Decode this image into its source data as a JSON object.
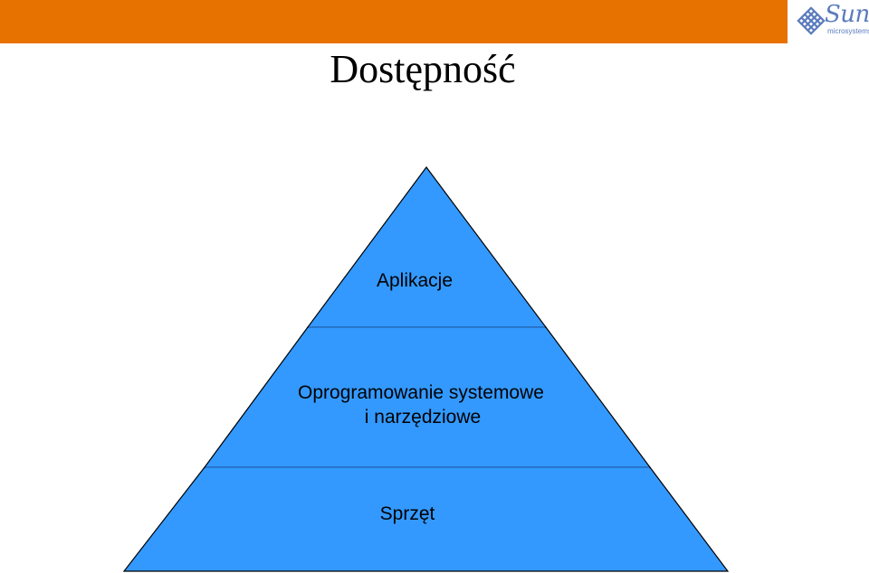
{
  "slide": {
    "title": "Dostępność"
  },
  "logo": {
    "name": "Sun",
    "subtitle": "microsystems",
    "color": "#5a7bbd"
  },
  "header": {
    "bar_color": "#e87200"
  },
  "pyramid": {
    "fill_color": "#3399ff",
    "tiers": [
      {
        "lines": [
          "Aplikacje"
        ]
      },
      {
        "lines": [
          "Oprogramowanie systemowe",
          "i narzędziowe"
        ]
      },
      {
        "lines": [
          "Sprzęt"
        ]
      }
    ]
  }
}
